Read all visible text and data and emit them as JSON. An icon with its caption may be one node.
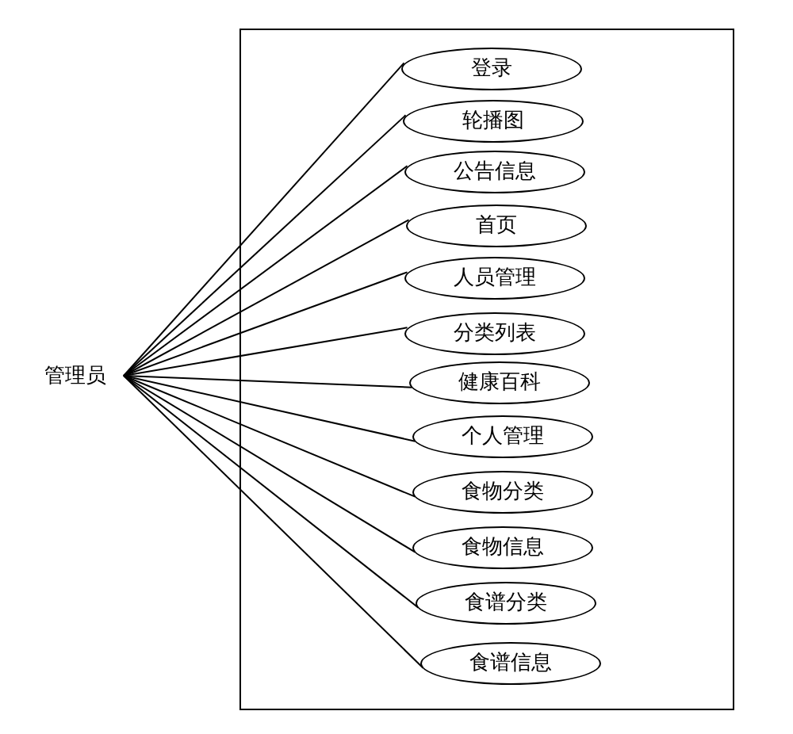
{
  "diagram": {
    "nodes": [
      {
        "text": [
          "管理员"
        ]
      },
      {
        "text": [
          "登录"
        ]
      },
      {
        "text": [
          "轮播图"
        ]
      },
      {
        "text": [
          "公告信息"
        ]
      },
      {
        "text": [
          "首页"
        ]
      },
      {
        "text": [
          "人员管理"
        ]
      },
      {
        "text": [
          "分类列表"
        ]
      },
      {
        "text": [
          "健康百科"
        ]
      },
      {
        "text": [
          "个人管理"
        ]
      },
      {
        "text": [
          "食物分类"
        ]
      },
      {
        "text": [
          "食物信息"
        ]
      },
      {
        "text": [
          "食谱分类"
        ]
      },
      {
        "text": [
          "食谱信息"
        ]
      }
    ],
    "edges": [
      {
        "from": 0,
        "to": 1,
        "arrow": "none"
      },
      {
        "from": 0,
        "to": 2,
        "arrow": "none"
      },
      {
        "from": 0,
        "to": 3,
        "arrow": "none"
      },
      {
        "from": 0,
        "to": 4,
        "arrow": "none"
      },
      {
        "from": 0,
        "to": 5,
        "arrow": "none"
      },
      {
        "from": 0,
        "to": 6,
        "arrow": "none"
      },
      {
        "from": 0,
        "to": 7,
        "arrow": "none"
      },
      {
        "from": 0,
        "to": 8,
        "arrow": "none"
      },
      {
        "from": 0,
        "to": 9,
        "arrow": "none"
      },
      {
        "from": 0,
        "to": 10,
        "arrow": "none"
      },
      {
        "from": 0,
        "to": 11,
        "arrow": "none"
      },
      {
        "from": 0,
        "to": 12,
        "arrow": "none"
      }
    ]
  }
}
